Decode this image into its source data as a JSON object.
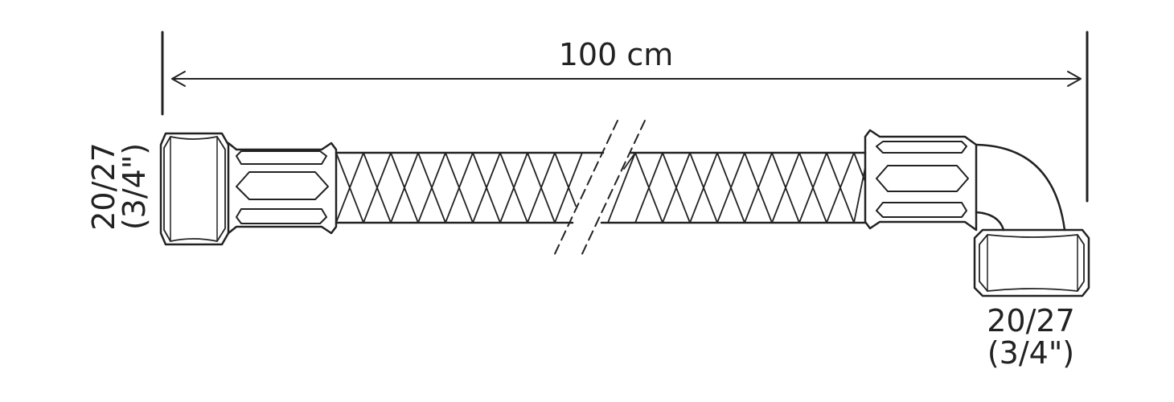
{
  "diagram": {
    "length_label": "100 cm",
    "left_fitting": {
      "size": "20/27",
      "inch": "(3/4\")"
    },
    "right_fitting": {
      "size": "20/27",
      "inch": "(3/4\")"
    },
    "stroke_color": "#222222",
    "background": "#ffffff"
  }
}
